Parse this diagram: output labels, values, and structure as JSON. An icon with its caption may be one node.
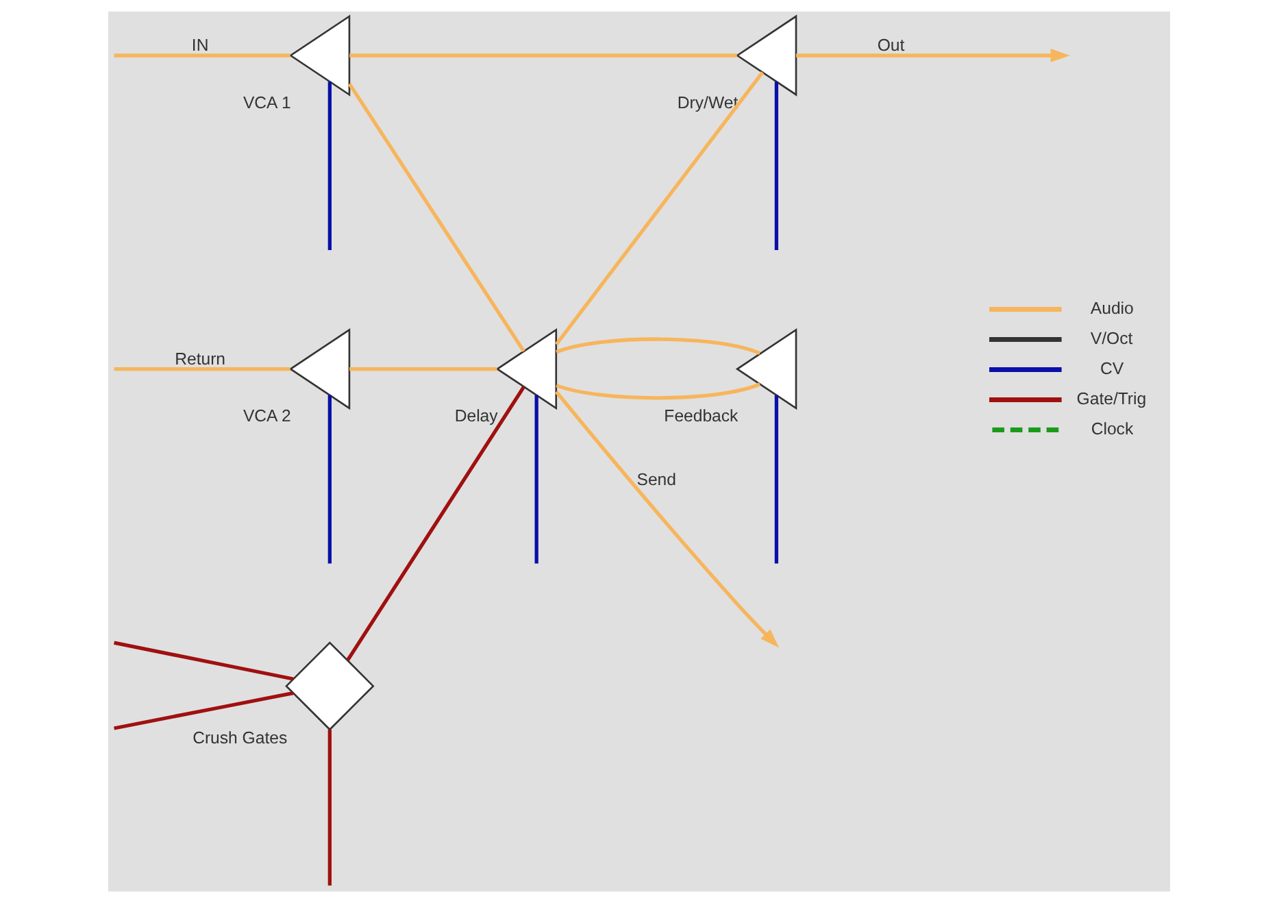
{
  "diagram": {
    "nodes": [
      {
        "text": [
          "VCA 1"
        ]
      },
      {
        "text": [
          "VCA 2"
        ]
      },
      {
        "text": [
          "Delay"
        ]
      },
      {
        "text": [
          "Dry/Wet"
        ]
      },
      {
        "text": [
          "Feedback"
        ]
      },
      {
        "text": [
          "Crush Gates"
        ]
      }
    ],
    "edges": [
      {
        "from": null,
        "to": 0,
        "arrow": "none",
        "label": "IN"
      },
      {
        "from": null,
        "to": 1,
        "arrow": "none",
        "label": "Return"
      },
      {
        "from": 0,
        "to": 3,
        "arrow": "none"
      },
      {
        "from": 0,
        "to": 2,
        "arrow": "none"
      },
      {
        "from": 1,
        "to": 2,
        "arrow": "none"
      },
      {
        "from": 2,
        "to": 3,
        "arrow": "none"
      },
      {
        "from": 3,
        "to": null,
        "arrow": "to",
        "label": "Out"
      },
      {
        "from": 2,
        "to": null,
        "arrow": "to",
        "label": "Send"
      },
      {
        "from": 2,
        "to": 4,
        "arrow": "none"
      },
      {
        "from": 4,
        "to": 2,
        "arrow": "none"
      },
      {
        "from": null,
        "to": 0,
        "arrow": "none",
        "color": "#0a10a8"
      },
      {
        "from": null,
        "to": 1,
        "arrow": "none",
        "color": "#0a10a8"
      },
      {
        "from": null,
        "to": 2,
        "arrow": "none",
        "color": "#0a10a8"
      },
      {
        "from": null,
        "to": 3,
        "arrow": "none",
        "color": "#0a10a8"
      },
      {
        "from": null,
        "to": 4,
        "arrow": "none",
        "color": "#0a10a8"
      },
      {
        "from": 5,
        "to": 2,
        "arrow": "none",
        "color": "#a01010"
      },
      {
        "from": null,
        "to": 5,
        "arrow": "none",
        "color": "#a01010"
      },
      {
        "from": null,
        "to": 5,
        "arrow": "none",
        "color": "#a01010"
      },
      {
        "from": null,
        "to": 5,
        "arrow": "none",
        "color": "#a01010"
      }
    ],
    "legend": [
      {
        "text": "Audio"
      },
      {
        "text": "V/Oct"
      },
      {
        "text": "CV"
      },
      {
        "text": "Gate/Trig"
      },
      {
        "text": "Clock"
      }
    ]
  }
}
